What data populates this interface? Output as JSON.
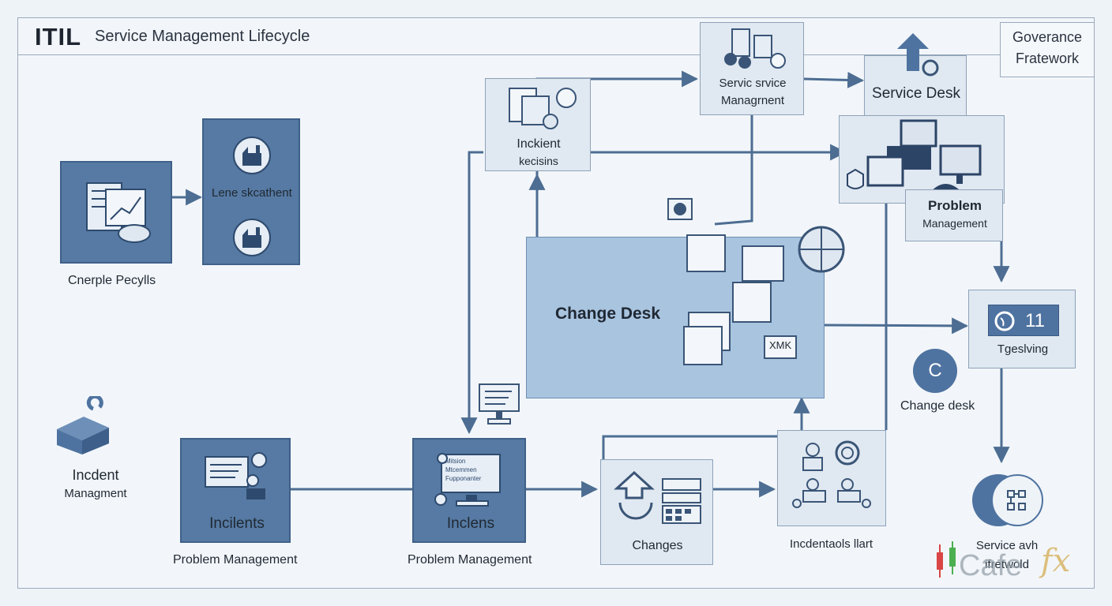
{
  "header": {
    "brand": "ITIL",
    "title": "Service Management Lifecycle"
  },
  "governance": {
    "line1": "Goverance",
    "line2": "Fratework"
  },
  "nodes": {
    "chemple": {
      "label": "Cnerple Pecylls"
    },
    "lene": {
      "label": "Lene skcathent"
    },
    "incident_top": {
      "line1": "Inckient",
      "line2": "kecisins"
    },
    "servic": {
      "line1": "Servic srvice",
      "line2": "Managrnent"
    },
    "service_desk": {
      "label": "Service Desk"
    },
    "problem_top": {
      "line1": "Problem",
      "line2": "Management"
    },
    "change_desk_main": {
      "label": "Change Desk",
      "doc_tag": "XMK"
    },
    "tgeslving": {
      "badge": "11",
      "label": "Tgeslving"
    },
    "change_desk_small": {
      "letter": "C",
      "label": "Change desk"
    },
    "incident_left": {
      "line1": "Incdent",
      "line2": "Managment"
    },
    "incidents": {
      "label": "Incilents",
      "caption": "Problem Management"
    },
    "inclens": {
      "label": "Inclens",
      "caption": "Problem Management",
      "screen_line1": "Mitsion",
      "screen_line2": "Mtcemmen",
      "screen_line3": "Fupponanter"
    },
    "changes": {
      "label": "Changes"
    },
    "incdentaols": {
      "label": "Incdentaols llart"
    },
    "service_avh": {
      "line1": "Service avh",
      "line2": "ifretwold"
    }
  },
  "watermark": {
    "text": "Cafe",
    "suffix": "fx"
  },
  "colors": {
    "dark_box": "#567aa3",
    "mid_box": "#a9c4df",
    "light_box": "#e0e8f1",
    "arrow": "#4d6d92"
  }
}
